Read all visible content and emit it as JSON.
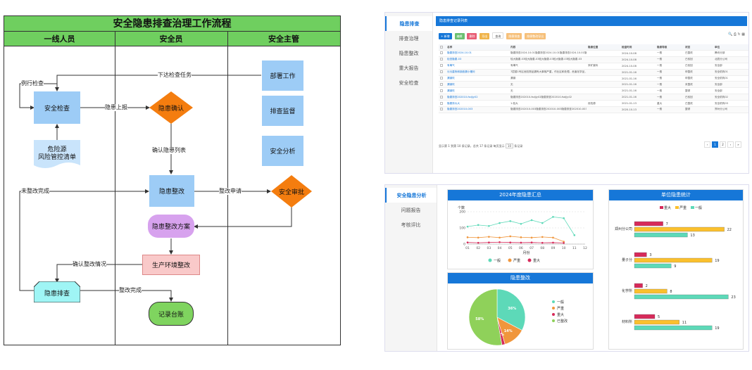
{
  "flowchart": {
    "title": "安全隐患排查治理工作流程",
    "lanes": [
      "一线人员",
      "安全员",
      "安全主管"
    ],
    "nodes": {
      "check": "安全检查",
      "confirm": "隐患确认",
      "rectify": "隐患整改",
      "approve": "安全审批",
      "plan": "隐患整改方案",
      "produce": "生产环境整改",
      "investigate": "隐患排查",
      "record": "记录台账",
      "deploy": "部署工作",
      "supervise": "排查监督",
      "analyze": "安全分析",
      "doc_line1": "危险源",
      "doc_line2": "风险管控清单"
    },
    "labels": {
      "routine": "例行检查",
      "task": "下达检查任务",
      "report": "隐患上报",
      "list": "确认隐患列表",
      "not_done": "未整改完成",
      "apply": "整改申请",
      "confirm_situation": "确认整改情况",
      "done": "整改完成"
    }
  },
  "app1": {
    "sidebar": [
      "隐患排查",
      "排查治理",
      "隐患整改",
      "重大报告",
      "安全检查"
    ],
    "breadcrumb": "隐患排查记录列表",
    "toolbar": [
      "+ 新增",
      "编辑",
      "删除",
      "导出",
      "查询",
      "隐患排查",
      "隐患整改导出"
    ],
    "columns": [
      "名称",
      "内容",
      "隐患位置",
      "检查时间",
      "隐患等级",
      "状态",
      "单位"
    ],
    "rows": [
      [
        "隐患排查2024.10.01",
        "隐患排查2024.10.01隐患排查2024.10.01隐患排查2024.10.01隐患排查2024.10",
        "",
        "2024-10-08",
        "一般",
        "已整改",
        "腾讯分部"
      ],
      [
        "检查隐患-03",
        "较大隐患-03较大隐患-03较大隐患-03较大隐患-03较大隐患-03",
        "",
        "2024-10-08",
        "一般",
        "已驳回",
        "北辰分公司"
      ],
      [
        "有毒气",
        "有毒气",
        "采矿废料",
        "2024-10-08",
        "一般",
        "已驳回",
        "安全部"
      ],
      [
        "污污重炼和钢液漏小槽问",
        "7层楼1号区危险物品漏有大事故严重，作业区和处理。危害化学品，立即处理",
        "",
        "2021-01-16",
        "一般",
        "申整改",
        "安全机构01"
      ],
      [
        "漏钢吹",
        "漏钢",
        "",
        "2021-01-16",
        "一般",
        "申整改",
        "安全机构01"
      ],
      [
        "漏钢吹",
        "无",
        "",
        "2021-01-16",
        "一般",
        "未整改",
        "安全部"
      ],
      [
        "漏钢吹",
        "无",
        "",
        "2021-01-16",
        "一般",
        "整顿",
        "安全部"
      ],
      [
        "隐患排查202010-fsdjjy02",
        "隐患排查202010-fsdjjy02隐患排查202010-fsdjjy02",
        "",
        "2021-01-16",
        "一般",
        "已驳回",
        "安全机构02"
      ],
      [
        "隐患排大大",
        "1.检大",
        "危险源",
        "2021-01-13",
        "重大",
        "已整改",
        "安全机构03"
      ],
      [
        "隐患排查202010-003",
        "隐患排查202010-003隐患排查202010-003隐患排查202010-003",
        "",
        "2020-10-13",
        "一般",
        "整顿",
        "郑州分公司"
      ]
    ],
    "footer": "显示第 1 到第 10 条记录，总共 17 条记录 每页显示",
    "page_size": "10",
    "footer_tail": "条记录",
    "pages": [
      "‹",
      "1",
      "2",
      "›",
      "»"
    ]
  },
  "app2": {
    "sidebar": [
      "安全隐患分析",
      "问题报告",
      "考核评比"
    ],
    "line_panel": {
      "title": "2024年度隐患汇总"
    },
    "pie_panel": {
      "title": "隐患整改"
    },
    "bar_panel": {
      "title": "单位隐患统计"
    }
  },
  "chart_data": [
    {
      "type": "line",
      "title": "2024年度隐患汇总",
      "ylabel": "个数",
      "xlabel": "月份",
      "x": [
        "01",
        "02",
        "03",
        "04",
        "05",
        "06",
        "07",
        "08",
        "09",
        "10",
        "11",
        "12"
      ],
      "ylim": [
        0,
        200
      ],
      "yticks": [
        0,
        100,
        200
      ],
      "series": [
        {
          "name": "一般",
          "color": "#5dd9b8",
          "values": [
            108,
            118,
            112,
            130,
            142,
            125,
            148,
            130,
            168,
            160,
            55,
            null
          ]
        },
        {
          "name": "严重",
          "color": "#f0963c",
          "values": [
            42,
            40,
            45,
            40,
            48,
            42,
            40,
            44,
            40,
            15,
            null,
            null
          ]
        },
        {
          "name": "重大",
          "color": "#d62a5a",
          "values": [
            10,
            8,
            10,
            12,
            10,
            9,
            10,
            8,
            9,
            7,
            null,
            null
          ]
        }
      ],
      "legend": "bottom"
    },
    {
      "type": "pie",
      "title": "隐患整改",
      "slices": [
        {
          "name": "一般",
          "value": 36,
          "label": "36%",
          "color": "#5dd9b8"
        },
        {
          "name": "严重",
          "value": 14,
          "label": "14%",
          "color": "#f0963c"
        },
        {
          "name": "重大",
          "value": 2,
          "label": "2%",
          "color": "#d62a5a"
        },
        {
          "name": "已整改",
          "value": 58,
          "label": "58%",
          "color": "#8fd15a"
        }
      ],
      "legend": "right"
    },
    {
      "type": "bar",
      "orientation": "horizontal",
      "title": "单位隐患统计",
      "categories": [
        "郑州分公司",
        "量子分",
        "化学所",
        "材料所"
      ],
      "series": [
        {
          "name": "重大",
          "color": "#d62a5a",
          "values": [
            7,
            3,
            2,
            5
          ]
        },
        {
          "name": "严重",
          "color": "#fbc02d",
          "values": [
            22,
            19,
            8,
            11
          ]
        },
        {
          "name": "一般",
          "color": "#5dd9b8",
          "values": [
            13,
            9,
            23,
            19
          ]
        }
      ],
      "xlim": [
        0,
        25
      ],
      "legend": "top"
    }
  ]
}
